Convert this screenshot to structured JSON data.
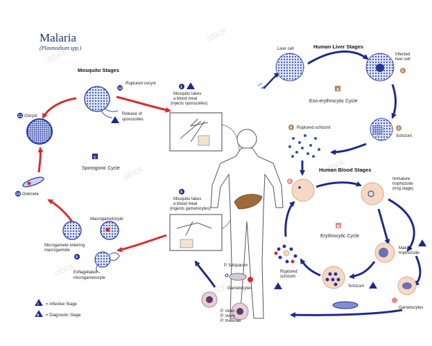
{
  "title": "Malaria",
  "subtitle": "(Plasmodium spp.)",
  "headers": {
    "mosquito": "Mosquito Stages",
    "liver": "Human Liver Stages",
    "blood": "Human Blood Stages"
  },
  "cycles": {
    "sporogonic": "Sporogonic Cycle",
    "sporogonic_letter": "C",
    "exo": "Exo-erythrocytic Cycle",
    "exo_letter": "A",
    "erythro": "Erythrocytic Cycle",
    "erythro_letter": "B"
  },
  "labels": {
    "ruptured_oocyst": "Ruptured oocyst",
    "release_sporozoites_1": "Release of",
    "release_sporozoites_2": "sporozoites",
    "oocyst": "Oocyst",
    "ookinete": "Ookinete",
    "macrogametocyte": "Macrogametocyte",
    "microgamete_1": "Microgamete entering",
    "microgamete_2": "macrogamete",
    "exflagellated_1": "Exflagellated",
    "exflagellated_2": "microgametocyte",
    "blood_meal_1_l1": "Mosquito takes",
    "blood_meal_1_l2": "a blood meal",
    "blood_meal_1_l3": "(injects sporozoites)",
    "blood_meal_2_l1": "Mosquito takes",
    "blood_meal_2_l2": "a blood meal",
    "blood_meal_2_l3": "(ingests gametocytes)",
    "liver_cell": "Liver cell",
    "infected_liver_cell_1": "Infected",
    "infected_liver_cell_2": "liver cell",
    "schizont": "Schizont",
    "ruptured_schizont_top": "Ruptured schizont",
    "immature_1": "Immature",
    "immature_2": "trophozoite",
    "immature_3": "(ring stage)",
    "mature_1": "Mature",
    "mature_2": "trophozoite",
    "schizont_blood": "Schizont",
    "ruptured_schizont_1": "Ruptured",
    "ruptured_schizont_2": "schizont",
    "gametocytes_right": "Gametocytes",
    "gametocytes_bottom": "Gametocytes",
    "p_falciparum": "P. falciparum",
    "p_vivax": "P. vivax",
    "p_ovale": "P. ovale",
    "p_malariae": "P. malariae"
  },
  "step_numbers": {
    "s1": "1",
    "s2": "2",
    "s3": "3",
    "s4": "4",
    "s5": "5",
    "s8": "8",
    "s9": "9",
    "s10": "10",
    "s11": "11",
    "s12": "12"
  },
  "legend": {
    "infective_symbol": "i",
    "infective_text": "= Infective Stage",
    "diagnostic_symbol": "d",
    "diagnostic_text": "= Diagnostic Stage"
  },
  "colors": {
    "arrow_red": "#d62b2b",
    "arrow_blue": "#1c2a8c",
    "title_blue": "#1f2f7a",
    "badge_brown": "#b5885a",
    "badge_pink": "#e58c8c",
    "rbc": "#f6d9c4",
    "cell_blue": "#2d3fa8",
    "liver_brown": "#a0693a"
  },
  "watermark": "stock"
}
